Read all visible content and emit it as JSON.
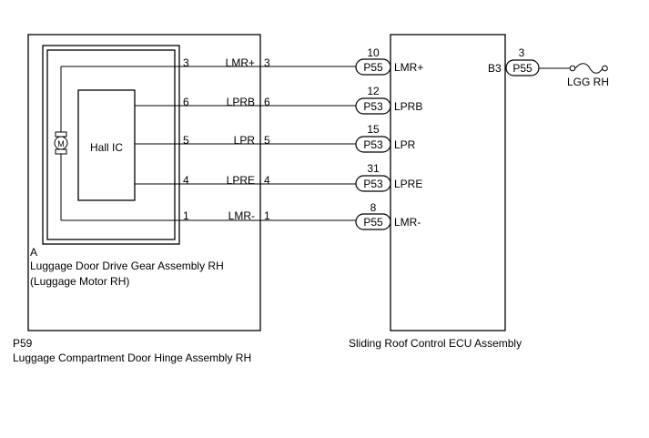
{
  "hinge_assembly": {
    "code": "P59",
    "name": "Luggage Compartment Door Hinge Assembly RH"
  },
  "gear_assembly": {
    "letter": "A",
    "name": "Luggage Door Drive Gear Assembly RH",
    "subname": "(Luggage Motor RH)"
  },
  "hall_ic": {
    "label": "Hall IC"
  },
  "motor": {
    "symbol": "M"
  },
  "ecu": {
    "name": "Sliding Roof Control ECU Assembly"
  },
  "wires": [
    {
      "inner_pin": "3",
      "signal": "LMR+",
      "outer_pin": "3",
      "ecu_pin": "10",
      "connector": "P55",
      "ecu_signal": "LMR+"
    },
    {
      "inner_pin": "6",
      "signal": "LPRB",
      "outer_pin": "6",
      "ecu_pin": "12",
      "connector": "P53",
      "ecu_signal": "LPRB"
    },
    {
      "inner_pin": "5",
      "signal": "LPR",
      "outer_pin": "5",
      "ecu_pin": "15",
      "connector": "P53",
      "ecu_signal": "LPR"
    },
    {
      "inner_pin": "4",
      "signal": "LPRE",
      "outer_pin": "4",
      "ecu_pin": "31",
      "connector": "P53",
      "ecu_signal": "LPRE"
    },
    {
      "inner_pin": "1",
      "signal": "LMR-",
      "outer_pin": "1",
      "ecu_pin": "8",
      "connector": "P55",
      "ecu_signal": "LMR-"
    }
  ],
  "power": {
    "terminal": "B3",
    "pin": "3",
    "connector": "P55",
    "fuse_label": "LGG RH"
  }
}
